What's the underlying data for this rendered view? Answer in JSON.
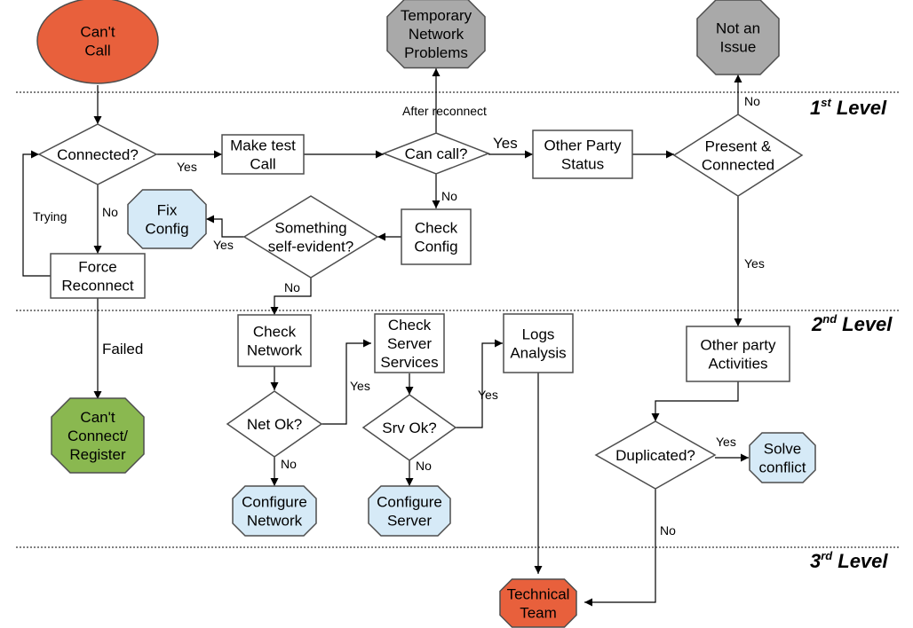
{
  "colors": {
    "start": "#e8603c",
    "fail": "#8ab850",
    "terminal_gray": "#a9a9a9",
    "action_blue": "#d6eaf7",
    "stroke": "#4d4d4d"
  },
  "levels": {
    "first": {
      "num": "1",
      "sup": "st",
      "word": "Level"
    },
    "second": {
      "num": "2",
      "sup": "nd",
      "word": "Level"
    },
    "third": {
      "num": "3",
      "sup": "rd",
      "word": "Level"
    }
  },
  "nodes": {
    "cant_call": [
      "Can't",
      "Call"
    ],
    "temp_network": [
      "Temporary",
      "Network",
      "Problems"
    ],
    "not_issue": [
      "Not an",
      "Issue"
    ],
    "connected": [
      "Connected?"
    ],
    "make_test_call": [
      "Make test",
      "Call"
    ],
    "can_call": [
      "Can call?"
    ],
    "other_party_status": [
      "Other Party",
      "Status"
    ],
    "present_connected": [
      "Present &",
      "Connected"
    ],
    "fix_config": [
      "Fix",
      "Config"
    ],
    "self_evident": [
      "Something",
      "self-evident?"
    ],
    "check_config": [
      "Check",
      "Config"
    ],
    "force_reconnect": [
      "Force",
      "Reconnect"
    ],
    "check_network": [
      "Check",
      "Network"
    ],
    "check_server": [
      "Check",
      "Server",
      "Services"
    ],
    "logs_analysis": [
      "Logs",
      "Analysis"
    ],
    "other_party_activities": [
      "Other party",
      "Activities"
    ],
    "cant_connect": [
      "Can't",
      "Connect/",
      "Register"
    ],
    "net_ok": [
      "Net Ok?"
    ],
    "srv_ok": [
      "Srv Ok?"
    ],
    "duplicated": [
      "Duplicated?"
    ],
    "solve_conflict": [
      "Solve",
      "conflict"
    ],
    "configure_network": [
      "Configure",
      "Network"
    ],
    "configure_server": [
      "Configure",
      "Server"
    ],
    "technical_team": [
      "Technical",
      "Team"
    ]
  },
  "edge_labels": {
    "after_reconnect": "After reconnect",
    "no_issue": "No",
    "yes_test_call": "Yes",
    "yes_can_call": "Yes",
    "no_can_call": "No",
    "trying": "Trying",
    "no_connected": "No",
    "yes_fix": "Yes",
    "no_self_evident": "No",
    "yes_present": "Yes",
    "failed": "Failed",
    "yes_net": "Yes",
    "yes_srv": "Yes",
    "no_net": "No",
    "no_srv": "No",
    "yes_dup": "Yes",
    "no_dup": "No"
  }
}
